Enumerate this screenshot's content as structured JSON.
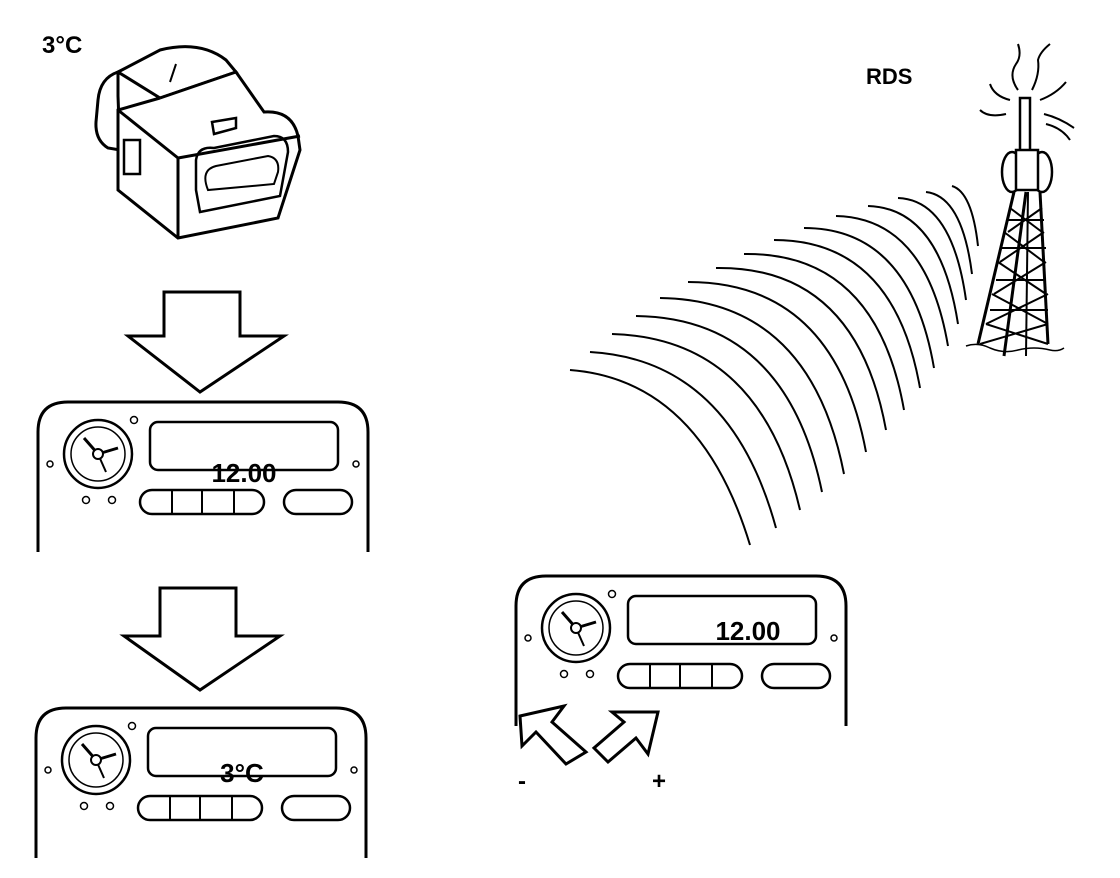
{
  "labels": {
    "sensor_temp": "3°C",
    "rds": "RDS",
    "minus": "-",
    "plus": "+"
  },
  "panels": [
    {
      "display": "12.00"
    },
    {
      "display": "3°C"
    },
    {
      "display": "12.00"
    }
  ]
}
